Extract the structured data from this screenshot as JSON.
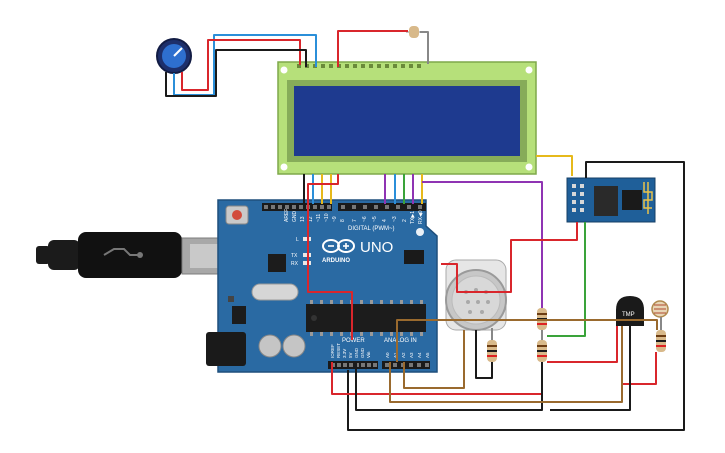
{
  "arduino": {
    "logo_text": "ARDUINO",
    "model": "UNO",
    "aref_label": "AREF",
    "gnd_label": "GND",
    "digital_label": "DIGITAL (PWM~)",
    "pin_13": "13",
    "pin_12": "12",
    "pin_11": "~11",
    "pin_10": "~10",
    "pin_9": "~9",
    "pin_8": "8",
    "pin_7": "7",
    "pin_6": "~6",
    "pin_5": "~5",
    "pin_4": "4",
    "pin_3": "~3",
    "pin_2": "2",
    "pin_1": "TX▶1",
    "pin_0": "RX◀0",
    "led_l": "L",
    "led_tx": "TX",
    "led_rx": "RX",
    "power_label": "POWER",
    "analog_label": "ANALOG IN",
    "ioref_label": "IOREF",
    "reset_label": "RESET",
    "v33_label": "3.3V",
    "v5_label": "5V",
    "gnd_a_label": "GND",
    "gnd_b_label": "GND",
    "vin_label": "Vin",
    "a0_label": "A0",
    "a1_label": "A1",
    "a2_label": "A2",
    "a3_label": "A3",
    "a4_label": "A4",
    "a5_label": "A5"
  },
  "temp_sensor": {
    "label": "TMP"
  },
  "colors": {
    "board": "#2a6aa3",
    "lcd_frame": "#b6e07a",
    "lcd_screen": "#1e3a8f",
    "wire_red": "#d9262c",
    "wire_black": "#1a1a1a",
    "wire_yellow": "#e6b91b",
    "wire_purple": "#8f34b3",
    "wire_green": "#3aa33a",
    "wire_blue": "#2b8fd9",
    "wire_brown": "#9a6a2e",
    "esp_board": "#1f5f99"
  }
}
